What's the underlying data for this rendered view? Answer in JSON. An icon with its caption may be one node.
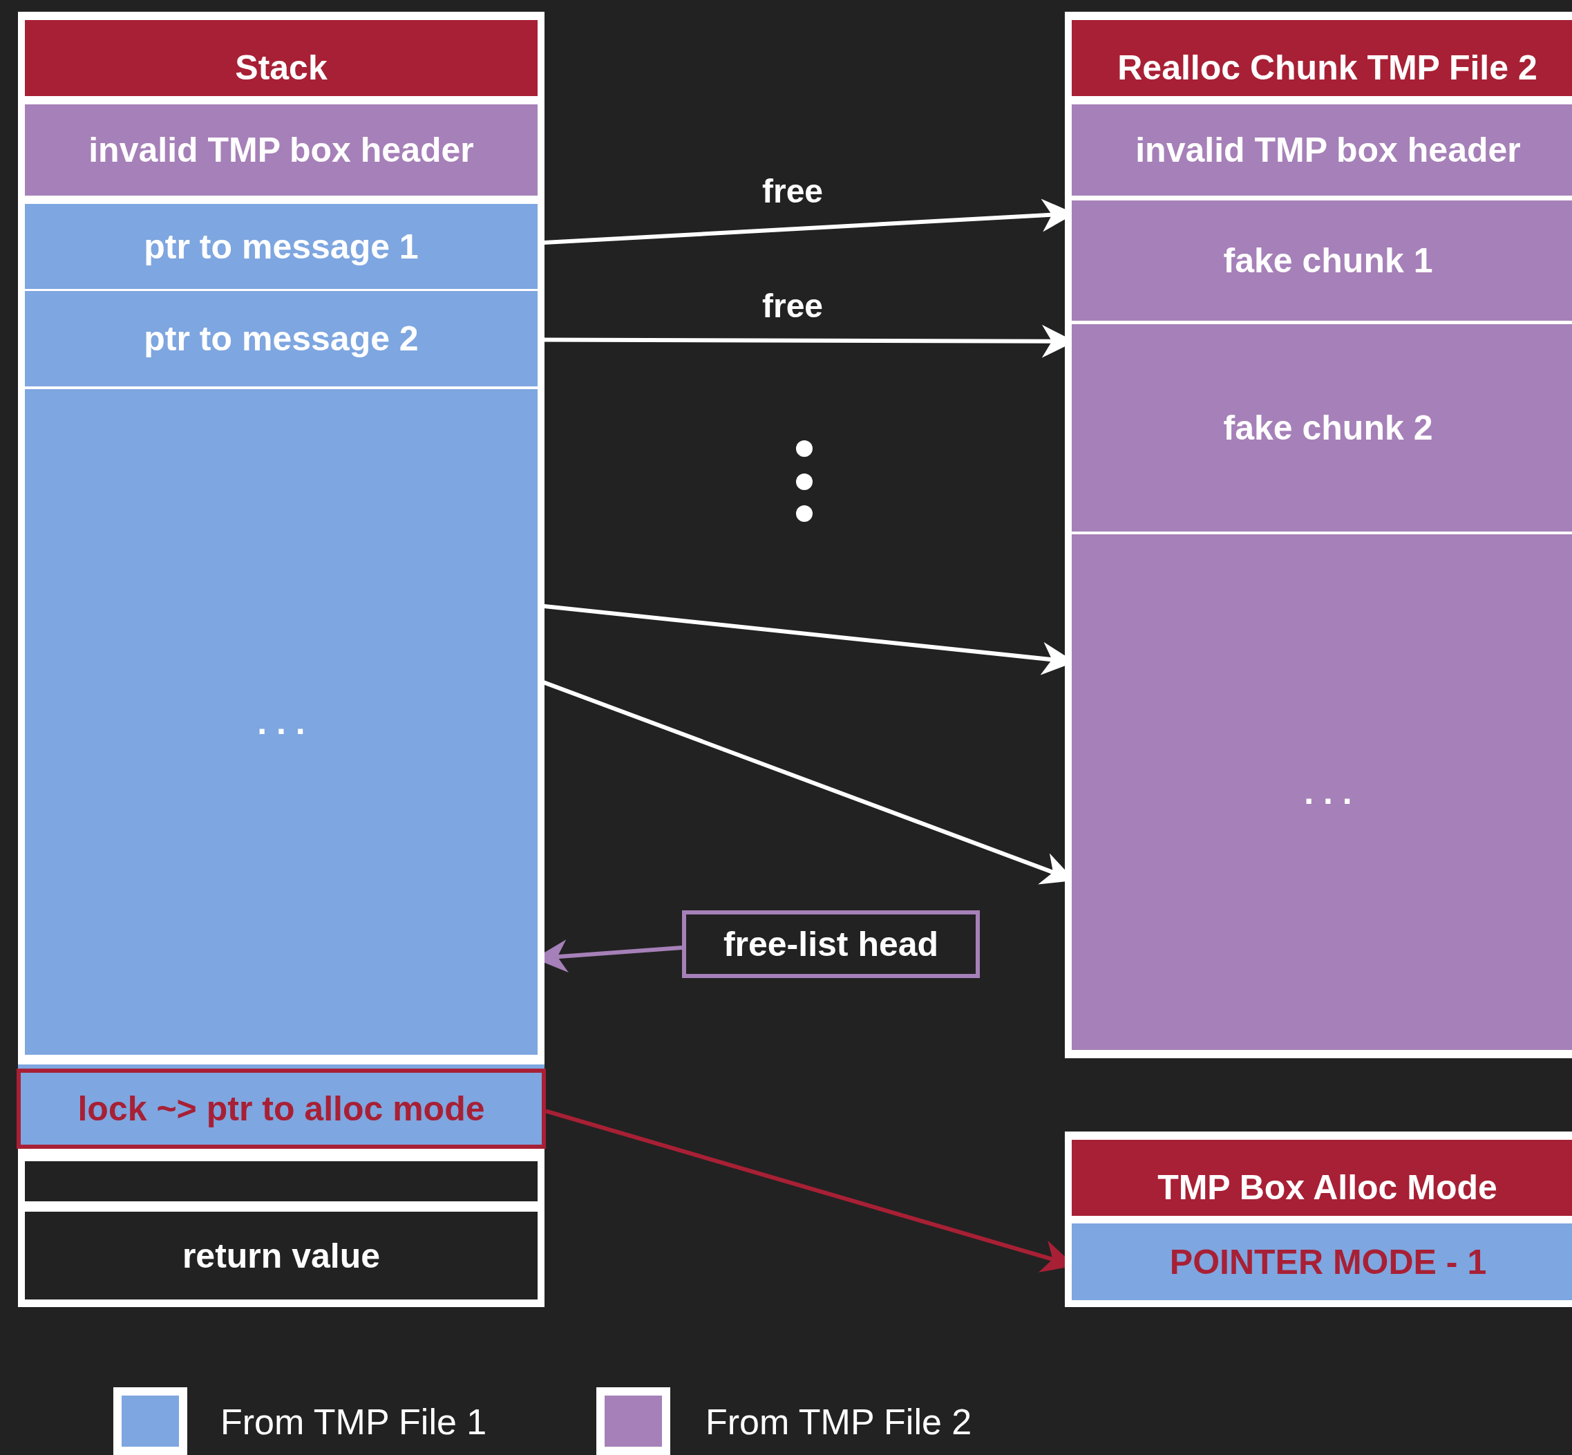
{
  "diagram": {
    "nodes": [
      {
        "text": [
          "Stack"
        ]
      },
      {
        "text": [
          "invalid TMP box header"
        ],
        "in": 0
      },
      {
        "text": [
          "ptr to message 1"
        ],
        "in": 0
      },
      {
        "text": [
          "ptr to message 2"
        ],
        "in": 0
      },
      {
        "text": [
          ". . ."
        ],
        "in": 0
      },
      {
        "text": [
          "lock ~> ptr to alloc mode"
        ],
        "in": 0
      },
      {
        "text": [],
        "shape": "box",
        "in": 0
      },
      {
        "text": [
          "return value"
        ],
        "in": 0
      },
      {
        "text": [
          "Realloc Chunk TMP File 2"
        ]
      },
      {
        "text": [
          "invalid TMP box header"
        ],
        "in": 8
      },
      {
        "text": [
          "fake chunk 1"
        ],
        "in": 8
      },
      {
        "text": [
          "fake chunk 2"
        ],
        "in": 8
      },
      {
        "text": [
          ". . ."
        ],
        "in": 8
      },
      {
        "text": [
          "free-list head"
        ]
      },
      {
        "text": [
          "TMP Box Alloc Mode"
        ]
      },
      {
        "text": [
          "POINTER MODE - 1"
        ],
        "in": 14
      }
    ],
    "edges": [
      {
        "from": 2,
        "to": 10,
        "arrow": "to",
        "label": "free"
      },
      {
        "from": 3,
        "to": 11,
        "arrow": "to",
        "label": "free"
      },
      {
        "from": 4,
        "to": 12,
        "arrow": "to"
      },
      {
        "from": 4,
        "to": 12,
        "arrow": "to"
      },
      {
        "from": 13,
        "to": 4,
        "arrow": "to",
        "color": "#a680b8"
      },
      {
        "from": 5,
        "to": 15,
        "arrow": "to",
        "color": "#a82035"
      }
    ],
    "legend": [
      {
        "text": "From TMP File 1",
        "color": "#7ea6e0"
      },
      {
        "text": "From TMP File 2",
        "color": "#a680b8"
      }
    ]
  }
}
